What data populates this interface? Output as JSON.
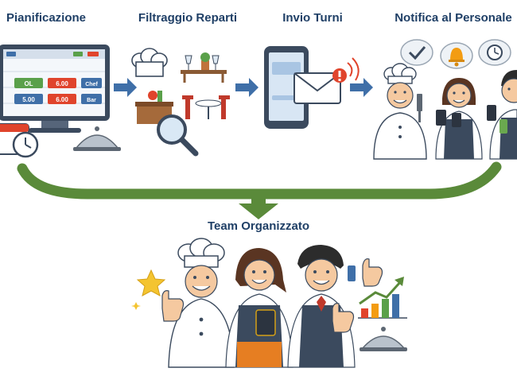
{
  "steps": [
    {
      "title": "Pianificazione"
    },
    {
      "title": "Filtraggio Reparti"
    },
    {
      "title": "Invio Turni"
    },
    {
      "title": "Notifica al Personale"
    }
  ],
  "result": {
    "title": "Team Organizzato"
  },
  "schedule_labels": {
    "cell_1": "OL",
    "cell_2": "6.00",
    "cell_3": "5.00",
    "cell_4": "6.00",
    "role_1": "Chef",
    "role_2": "Bar"
  },
  "icons": {
    "step_1": "monitor-calendar-clock-icon",
    "step_2": "chef-hat-restaurant-magnifier-icon",
    "step_3": "smartphone-envelope-alert-icon",
    "step_4": "staff-with-phones-icon",
    "notifications": [
      "check-icon",
      "bell-icon",
      "clock-icon"
    ],
    "team": [
      "star-icon",
      "thumbs-up-icon",
      "growth-chart-icon",
      "cloche-icon"
    ]
  },
  "colors": {
    "title": "#1f3f66",
    "flow_arrow": "#5a8a3a",
    "step_arrow": "#3f6fa8",
    "accent_red": "#e0442c"
  }
}
